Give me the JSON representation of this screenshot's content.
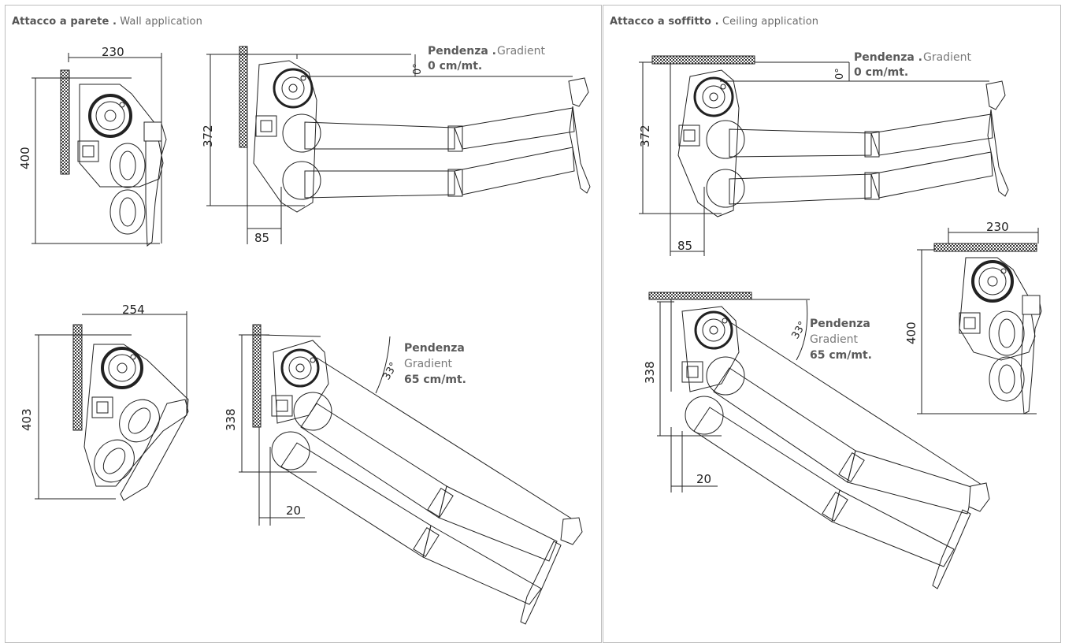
{
  "panels": {
    "wall": {
      "title_it": "Attacco a parete .",
      "title_en": "Wall application",
      "top_small": {
        "width": "230",
        "height": "400"
      },
      "top_large": {
        "height": "372",
        "offset": "85",
        "angle": "0°",
        "label_it": "Pendenza .",
        "label_en": "Gradient",
        "value": "0 cm/mt."
      },
      "bottom_small": {
        "width": "254",
        "height": "403"
      },
      "bottom_large": {
        "height": "338",
        "offset": "20",
        "angle": "33°",
        "label_it": "Pendenza",
        "label_en": "Gradient",
        "value": "65 cm/mt."
      }
    },
    "ceiling": {
      "title_it": "Attacco a soffitto .",
      "title_en": "Ceiling application",
      "top_large": {
        "height": "372",
        "offset": "85",
        "angle": "0°",
        "label_it": "Pendenza .",
        "label_en": "Gradient",
        "value": "0 cm/mt."
      },
      "right_small": {
        "width": "230",
        "height": "400"
      },
      "bottom_large": {
        "height": "338",
        "offset": "20",
        "angle": "33°",
        "label_it": "Pendenza",
        "label_en": "Gradient",
        "value": "65 cm/mt."
      }
    }
  },
  "colors": {
    "border": "#bdbdbd",
    "line": "#222222",
    "wall_fill": "#3b3b3b"
  }
}
